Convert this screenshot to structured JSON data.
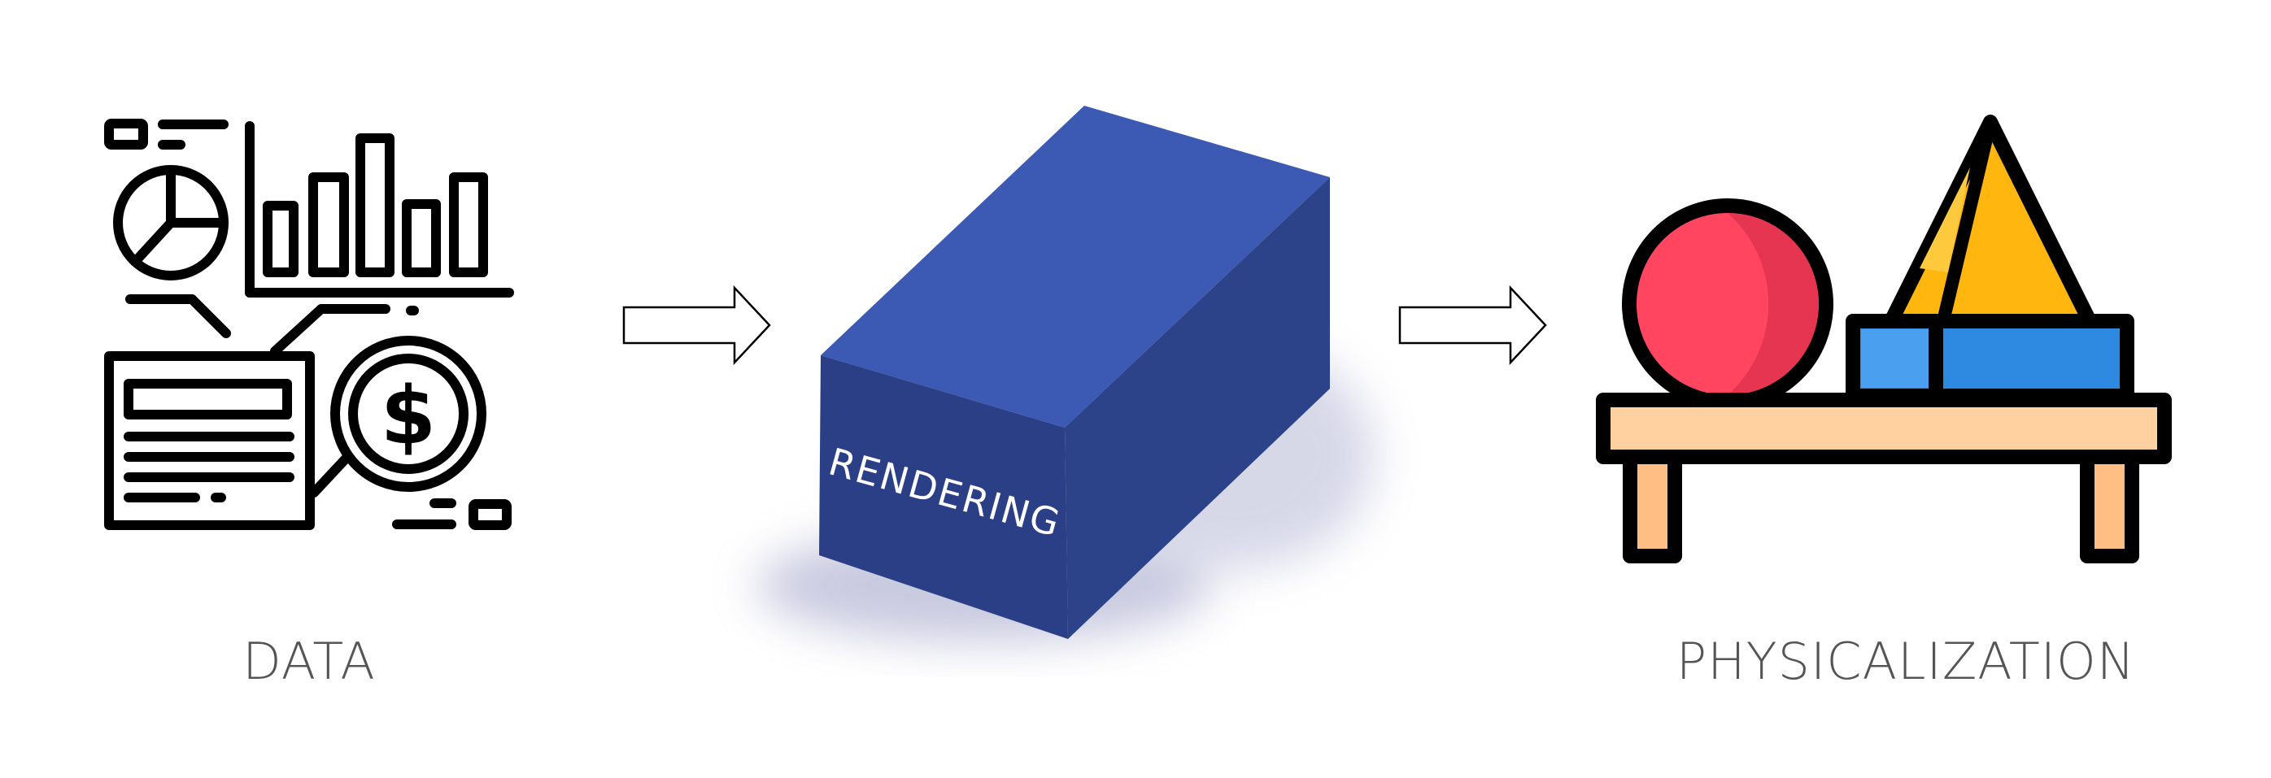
{
  "steps": {
    "data": {
      "label": "DATA",
      "icon": "data-analytics-icon"
    },
    "rendering": {
      "label": "RENDERING",
      "icon": "box-3d-icon",
      "colors": {
        "top": "#3c59b3",
        "front": "#2a3f85",
        "side": "#2c4389"
      }
    },
    "physicalization": {
      "label": "PHYSICALIZATION",
      "icon": "shapes-on-table-icon",
      "colors": {
        "sphere": "#ff4560",
        "sphere_shade": "#e63550",
        "cone": "#ffb60f",
        "cone_shade": "#ffc93d",
        "block": "#2e89e0",
        "block_face": "#4aa0ef",
        "table_top": "#ffd1a1",
        "table_legs": "#ffbf84",
        "outline": "#000000"
      }
    }
  },
  "arrows": [
    {
      "from": "data",
      "to": "rendering",
      "icon": "arrow-right-icon"
    },
    {
      "from": "rendering",
      "to": "physicalization",
      "icon": "arrow-right-icon"
    }
  ]
}
